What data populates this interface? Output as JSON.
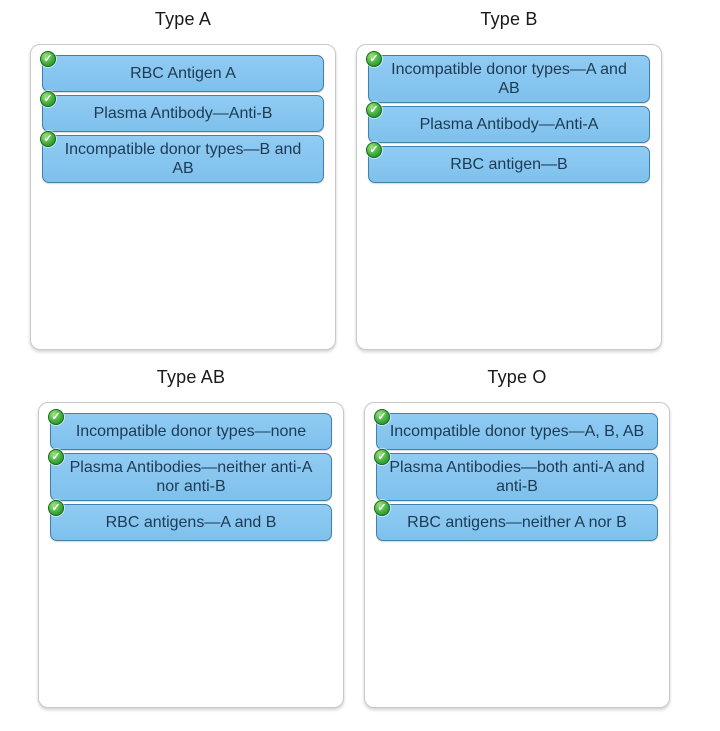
{
  "icons": {
    "check_label": "✓"
  },
  "colors": {
    "card_fill": "#85C6EF",
    "card_border": "#4180A8",
    "card_text": "#1E3A52",
    "zone_border": "#C9C9C9",
    "check_green": "#2F9E2F"
  },
  "groups": [
    {
      "title": "Type A",
      "cards": [
        {
          "label": "RBC Antigen A"
        },
        {
          "label": "Plasma Antibody—Anti-B"
        },
        {
          "label": "Incompatible donor types—B and AB"
        }
      ]
    },
    {
      "title": "Type B",
      "cards": [
        {
          "label": "Incompatible donor types—A and AB"
        },
        {
          "label": "Plasma Antibody—Anti-A"
        },
        {
          "label": "RBC antigen—B"
        }
      ]
    },
    {
      "title": "Type AB",
      "cards": [
        {
          "label": "Incompatible donor types—none"
        },
        {
          "label": "Plasma Antibodies—neither anti-A nor anti-B"
        },
        {
          "label": "RBC antigens—A and B"
        }
      ]
    },
    {
      "title": "Type O",
      "cards": [
        {
          "label": "Incompatible donor types—A, B, AB"
        },
        {
          "label": "Plasma Antibodies—both anti-A and anti-B"
        },
        {
          "label": "RBC antigens—neither A nor B"
        }
      ]
    }
  ]
}
